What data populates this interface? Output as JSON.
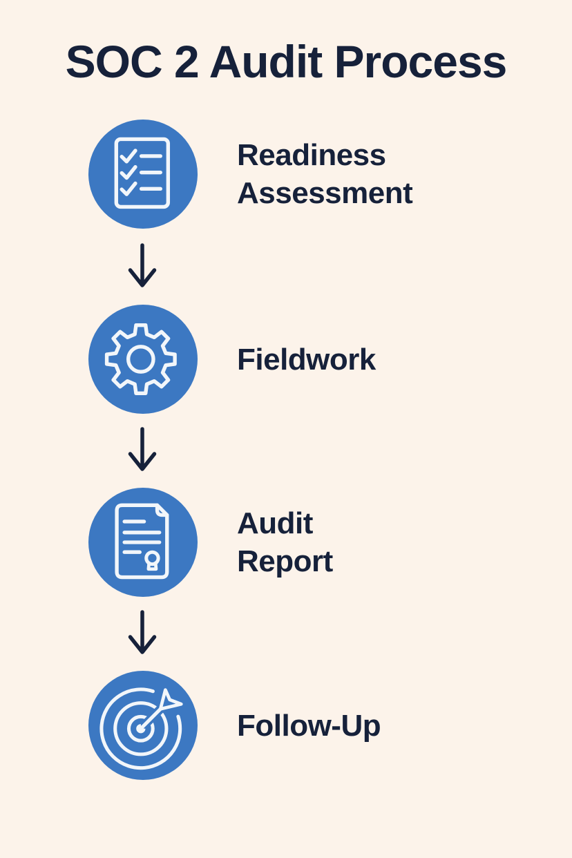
{
  "title": "SOC 2 Audit Process",
  "colors": {
    "background": "#fcf3ea",
    "accent_blue": "#3c78c2",
    "text_navy": "#16213a",
    "icon_stroke": "#f2f6fa"
  },
  "steps": [
    {
      "label": "Readiness\nAssessment",
      "icon": "checklist-icon"
    },
    {
      "label": "Fieldwork",
      "icon": "gear-icon"
    },
    {
      "label": "Audit\nReport",
      "icon": "document-seal-icon"
    },
    {
      "label": "Follow-Up",
      "icon": "target-arrow-icon"
    }
  ],
  "connector_count": 3
}
